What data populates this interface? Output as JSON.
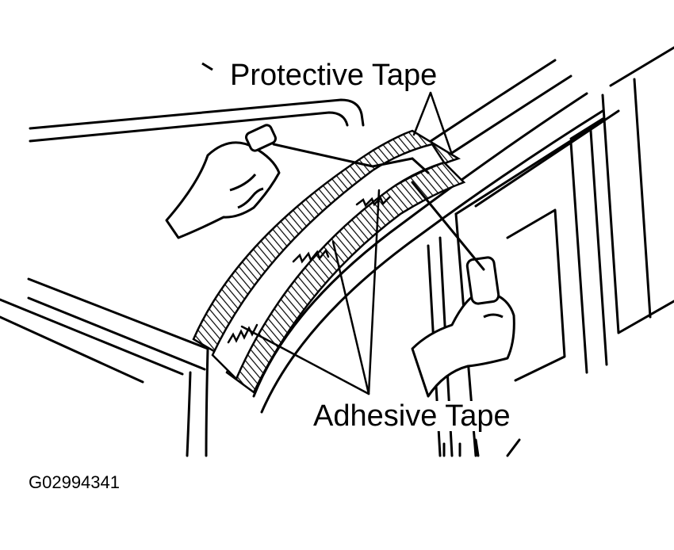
{
  "labels": {
    "protective_tape": "Protective Tape",
    "adhesive_tape": "Adhesive Tape",
    "figure_id": "G02994341"
  },
  "colors": {
    "line": "#000000",
    "background": "#ffffff"
  }
}
